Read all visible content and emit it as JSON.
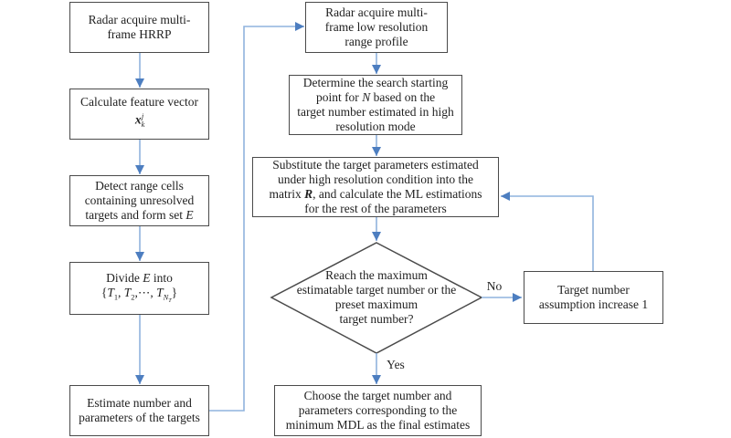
{
  "figure": {
    "palette": {
      "connector": "#8fb3de",
      "arrowhead": "#4d7ec0",
      "node_border": "#4a4a4a",
      "text": "#1f1f1f",
      "background": "#ffffff"
    },
    "nodes": {
      "acquire_hrrp": {
        "lines": [
          [
            {
              "t": "Radar acquire multi-"
            }
          ],
          [
            {
              "t": "frame HRRP"
            }
          ]
        ]
      },
      "calc_feature": {
        "lines": [
          [
            {
              "t": "Calculate feature vector"
            }
          ],
          [
            {
              "t": "x",
              "s": "bi"
            },
            {
              "t": "k",
              "s": "sub it"
            },
            {
              "t": "j",
              "s": "sup it tight"
            }
          ]
        ]
      },
      "detect_cells": {
        "lines": [
          [
            {
              "t": "Detect range cells"
            }
          ],
          [
            {
              "t": "containing unresolved"
            }
          ],
          [
            {
              "t": "targets and form set "
            },
            {
              "t": "E",
              "s": "it"
            }
          ]
        ]
      },
      "divide_e": {
        "lines": [
          [
            {
              "t": "Divide "
            },
            {
              "t": "E",
              "s": "it"
            },
            {
              "t": " into"
            }
          ],
          [
            {
              "t": "{"
            },
            {
              "t": "T",
              "s": "it"
            },
            {
              "t": "1",
              "s": "sub"
            },
            {
              "t": ", "
            },
            {
              "t": "T",
              "s": "it"
            },
            {
              "t": "2",
              "s": "sub"
            },
            {
              "t": ",⋯, "
            },
            {
              "t": "T",
              "s": "it"
            },
            {
              "t": "N",
              "s": "sub it"
            },
            {
              "t": "T",
              "s": "sub2 it"
            },
            {
              "t": "}"
            }
          ]
        ]
      },
      "estimate_targets": {
        "lines": [
          [
            {
              "t": "Estimate number and"
            }
          ],
          [
            {
              "t": "parameters of the targets"
            }
          ]
        ]
      },
      "acquire_lowres": {
        "lines": [
          [
            {
              "t": "Radar acquire multi-"
            }
          ],
          [
            {
              "t": "frame low resolution"
            }
          ],
          [
            {
              "t": "range profile"
            }
          ]
        ]
      },
      "determine_start": {
        "lines": [
          [
            {
              "t": "Determine the search starting"
            }
          ],
          [
            {
              "t": "point for "
            },
            {
              "t": "N",
              "s": "it"
            },
            {
              "t": " based on the"
            }
          ],
          [
            {
              "t": "target number estimated in high"
            }
          ],
          [
            {
              "t": "resolution mode"
            }
          ]
        ]
      },
      "substitute_ml": {
        "lines": [
          [
            {
              "t": "Substitute the target parameters estimated"
            }
          ],
          [
            {
              "t": "under high resolution condition into the"
            }
          ],
          [
            {
              "t": "matrix "
            },
            {
              "t": "R",
              "s": "bi"
            },
            {
              "t": ", and calculate the ML estimations"
            }
          ],
          [
            {
              "t": "for the rest of the parameters"
            }
          ]
        ]
      },
      "decision_max": {
        "lines": [
          [
            {
              "t": "Reach the maximum"
            }
          ],
          [
            {
              "t": "estimatable target number or the"
            }
          ],
          [
            {
              "t": "preset maximum"
            }
          ],
          [
            {
              "t": "target number?"
            }
          ]
        ]
      },
      "increase_assumption": {
        "lines": [
          [
            {
              "t": "Target number"
            }
          ],
          [
            {
              "t": "assumption increase 1"
            }
          ]
        ]
      },
      "choose_mdl": {
        "lines": [
          [
            {
              "t": "Choose the target number and"
            }
          ],
          [
            {
              "t": "parameters corresponding to the"
            }
          ],
          [
            {
              "t": "minimum MDL as the final estimates"
            }
          ]
        ]
      }
    },
    "edge_labels": {
      "no": "No",
      "yes": "Yes"
    }
  }
}
